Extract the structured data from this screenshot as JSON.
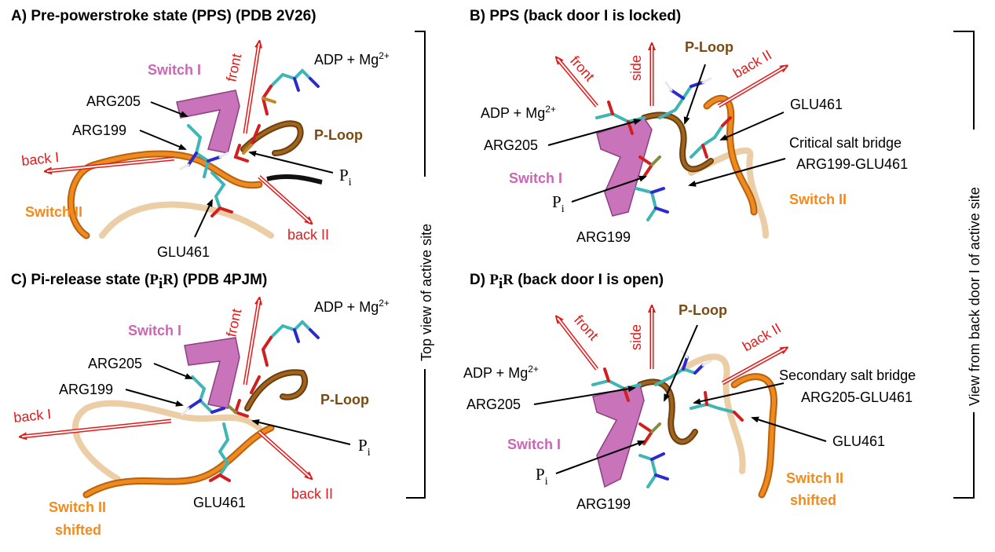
{
  "panels": {
    "a": {
      "title": "A) Pre-powerstroke state (PPS) (PDB  2V26)",
      "switch1": "Switch I",
      "switch2": "Switch II",
      "ploop": "P-Loop",
      "arg205": "ARG205",
      "arg199": "ARG199",
      "glu461": "GLU461",
      "adp": "ADP + Mg",
      "adp_sup": "2+",
      "pi": "P",
      "pi_sub": "i",
      "front": "front",
      "back1": "back I",
      "back2": "back II"
    },
    "b": {
      "title": "B) PPS (back door I is locked)",
      "switch1": "Switch I",
      "switch2": "Switch II",
      "ploop": "P-Loop",
      "arg205": "ARG205",
      "arg199": "ARG199",
      "glu461": "GLU461",
      "adp": "ADP + Mg",
      "adp_sup": "2+",
      "pi": "P",
      "pi_sub": "i",
      "front": "front",
      "side": "side",
      "back2": "back II",
      "bridge_line1": "Critical salt bridge",
      "bridge_line2": "ARG199-GLU461"
    },
    "c": {
      "title_pre": "C) Pi-release state (",
      "title_p": "P",
      "title_i": "i",
      "title_r": "R",
      "title_post": ") (PDB 4PJM)",
      "switch1": "Switch I",
      "switch2_line1": "Switch II",
      "switch2_line2": "shifted",
      "ploop": "P-Loop",
      "arg205": "ARG205",
      "arg199": "ARG199",
      "glu461": "GLU461",
      "adp": "ADP + Mg",
      "adp_sup": "2+",
      "pi": "P",
      "pi_sub": "i",
      "front": "front",
      "back1": "back I",
      "back2": "back II"
    },
    "d": {
      "title_pre": "D) ",
      "title_p": "P",
      "title_i": "i",
      "title_r": "R",
      "title_post": " (back door I is open)",
      "switch1": "Switch I",
      "switch2_line1": "Switch II",
      "switch2_line2": "shifted",
      "ploop": "P-Loop",
      "arg205": "ARG205",
      "arg199": "ARG199",
      "glu461": "GLU461",
      "adp": "ADP + Mg",
      "adp_sup": "2+",
      "pi": "P",
      "pi_sub": "i",
      "front": "front",
      "side": "side",
      "back2": "back II",
      "bridge_line1": "Secondary salt bridge",
      "bridge_line2": "ARG205-GLU461"
    }
  },
  "side_labels": {
    "top_view": "Top view of active site",
    "back_view": "View from back door I of active site"
  },
  "colors": {
    "arrow": "#e31a1a",
    "switch1": "#cc66b4",
    "switch2": "#f58a1a",
    "ploop": "#7a4a12"
  }
}
